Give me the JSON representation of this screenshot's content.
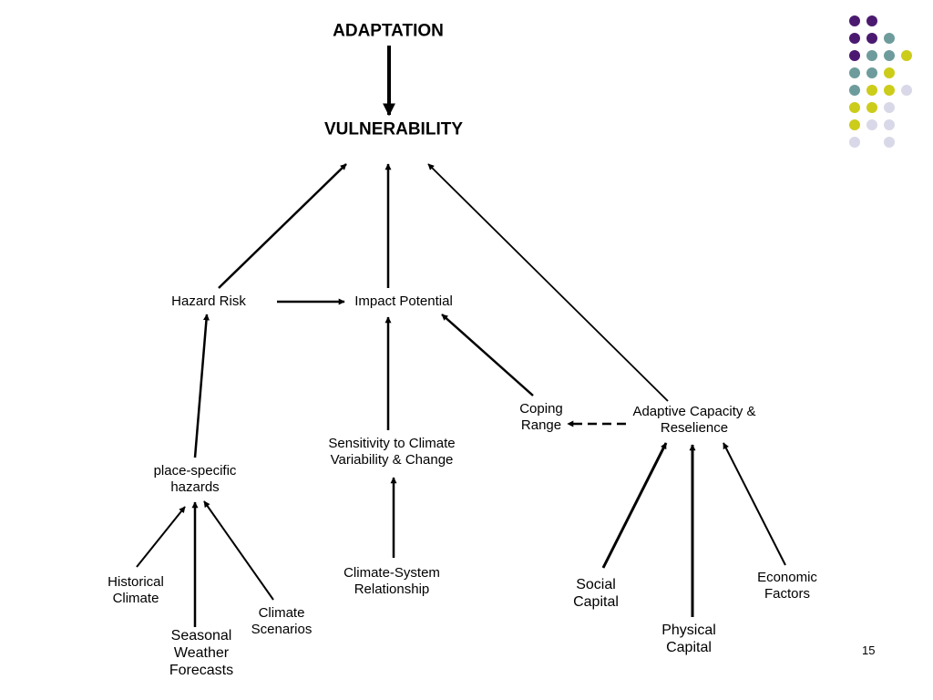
{
  "slide": {
    "page_number": "15"
  },
  "nodes": {
    "adaptation": "ADAPTATION",
    "vulnerability": "VULNERABILITY",
    "hazard_risk": "Hazard Risk",
    "impact_potential": "Impact Potential",
    "place_specific_hazards": [
      "place-specific",
      "hazards"
    ],
    "sensitivity": [
      "Sensitivity to Climate",
      "Variability & Change"
    ],
    "coping_range": [
      "Coping",
      "Range"
    ],
    "adaptive_capacity": [
      "Adaptive Capacity &",
      "Reselience"
    ],
    "historical_climate": [
      "Historical",
      "Climate"
    ],
    "seasonal_forecasts": [
      "Seasonal",
      "Weather",
      "Forecasts"
    ],
    "climate_scenarios": [
      "Climate",
      "Scenarios"
    ],
    "climate_system": [
      "Climate-System",
      "Relationship"
    ],
    "social_capital": [
      "Social",
      "Capital"
    ],
    "physical_capital": [
      "Physical",
      "Capital"
    ],
    "economic_factors": [
      "Economic",
      "Factors"
    ]
  },
  "decoration": {
    "dot_colors": {
      "purple": "#4B1A70",
      "teal": "#6E9C9C",
      "olive": "#CCCC1A",
      "lavender": "#D8D8E8"
    }
  }
}
